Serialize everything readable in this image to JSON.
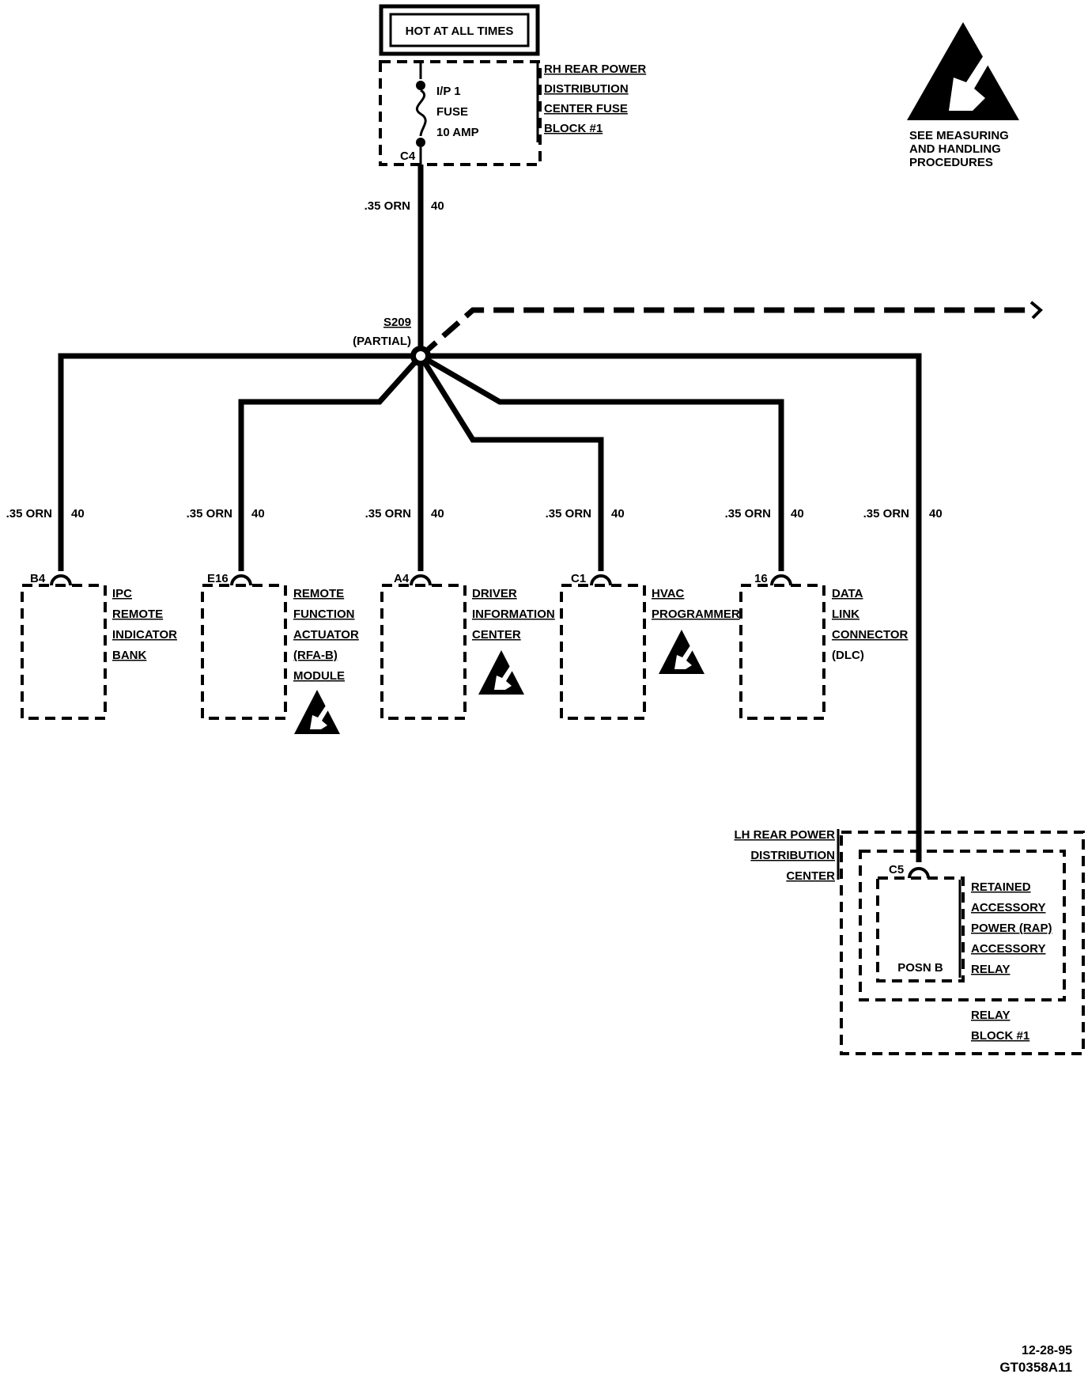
{
  "power_source": {
    "label": "HOT AT ALL TIMES"
  },
  "fuse_block": {
    "lines": [
      "RH REAR POWER",
      "DISTRIBUTION",
      "CENTER FUSE",
      "BLOCK #1"
    ],
    "fuse_lines": [
      "I/P 1",
      "FUSE",
      "10 AMP"
    ],
    "connector": "C4"
  },
  "esd_note": {
    "lines": [
      "SEE MEASURING",
      "AND HANDLING",
      "PROCEDURES"
    ]
  },
  "main_wire": {
    "gauge": ".35 ORN",
    "circuit": "40"
  },
  "splice": {
    "name": "S209",
    "note": "(PARTIAL)"
  },
  "branches": [
    {
      "gauge": ".35 ORN",
      "circuit": "40",
      "pin": "B4",
      "lines": [
        "IPC",
        "REMOTE",
        "INDICATOR",
        "BANK"
      ],
      "esd": false
    },
    {
      "gauge": ".35 ORN",
      "circuit": "40",
      "pin": "E16",
      "lines": [
        "REMOTE",
        "FUNCTION",
        "ACTUATOR",
        "(RFA-B)",
        "MODULE"
      ],
      "esd": true
    },
    {
      "gauge": ".35 ORN",
      "circuit": "40",
      "pin": "A4",
      "lines": [
        "DRIVER",
        "INFORMATION",
        "CENTER"
      ],
      "esd": true
    },
    {
      "gauge": ".35 ORN",
      "circuit": "40",
      "pin": "C1",
      "lines": [
        "HVAC",
        "PROGRAMMER"
      ],
      "esd": true
    },
    {
      "gauge": ".35 ORN",
      "circuit": "40",
      "pin": "16",
      "lines": [
        "DATA",
        "LINK",
        "CONNECTOR",
        "(DLC)"
      ],
      "esd": false
    },
    {
      "gauge": ".35 ORN",
      "circuit": "40"
    }
  ],
  "lh_distribution": {
    "lines": [
      "LH REAR POWER",
      "DISTRIBUTION",
      "CENTER"
    ],
    "connector": "C5",
    "relay_lines": [
      "RETAINED",
      "ACCESSORY",
      "POWER (RAP)",
      "ACCESSORY",
      "RELAY"
    ],
    "position": "POSN B",
    "block_lines": [
      "RELAY",
      "BLOCK #1"
    ]
  },
  "footer": {
    "date": "12-28-95",
    "code": "GT0358A11"
  }
}
